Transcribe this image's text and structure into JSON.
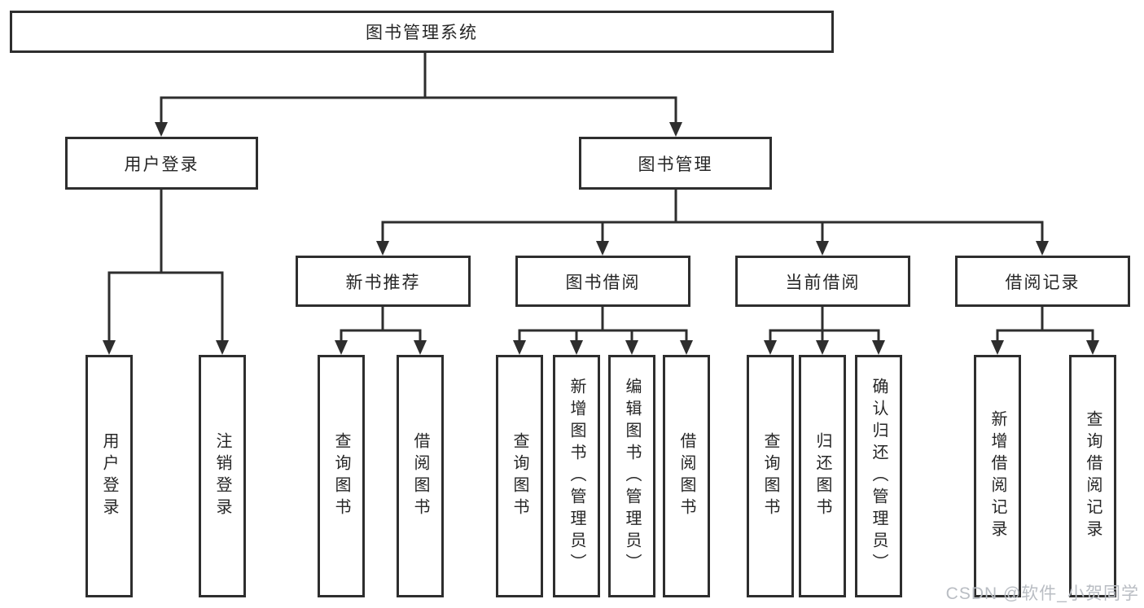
{
  "diagram": {
    "title": "图书管理系统",
    "colors": {
      "line": "#2e2e2e",
      "text": "#262626",
      "background": "#ffffff",
      "watermark": "#b9bdc3"
    },
    "watermark": "CSDN @软件_小贺同学",
    "nodes": {
      "root": "图书管理系统",
      "user_login": "用户登录",
      "book_mgmt": "图书管理",
      "new_book_rec": "新书推荐",
      "book_borrow": "图书借阅",
      "current_borrow": "当前借阅",
      "borrow_records": "借阅记录",
      "ul_login": "用户登录",
      "ul_logout": "注销登录",
      "nb_query": "查询图书",
      "nb_borrow": "借阅图书",
      "bb_query": "查询图书",
      "bb_add": "新增图书（管理员）",
      "bb_edit": "编辑图书（管理员）",
      "bb_borrow": "借阅图书",
      "cb_query": "查询图书",
      "cb_return": "归还图书",
      "cb_confirm": "确认归还（管理员）",
      "br_add": "新增借阅记录",
      "br_query": "查询借阅记录"
    }
  }
}
